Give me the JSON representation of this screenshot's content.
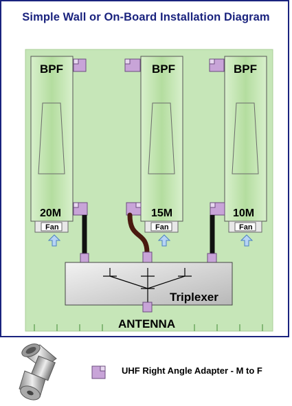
{
  "title": "Simple Wall or On-Board Installation Diagram",
  "colors": {
    "frame": "#1a237e",
    "title": "#1a237e",
    "board": "#c6e6b8",
    "filter": "#b9e0a6",
    "triplexer": "#cfcfcf",
    "adapter": "#c8a4d8",
    "coax_black": "#111111",
    "coax_brown": "#4a1a10",
    "arrow": "#6fa3e0"
  },
  "filters": [
    {
      "label": "BPF",
      "band": "20M",
      "fan": "Fan",
      "adapter_icon": "adapter-icon"
    },
    {
      "label": "BPF",
      "band": "15M",
      "fan": "Fan",
      "adapter_icon": "adapter-icon"
    },
    {
      "label": "BPF",
      "band": "10M",
      "fan": "Fan",
      "adapter_icon": "adapter-icon"
    }
  ],
  "triplexer": {
    "label": "Triplexer"
  },
  "antenna": {
    "label": "ANTENNA"
  },
  "legend": {
    "icon": "uhf-adapter-icon",
    "text": "UHF Right Angle Adapter - M to F"
  }
}
